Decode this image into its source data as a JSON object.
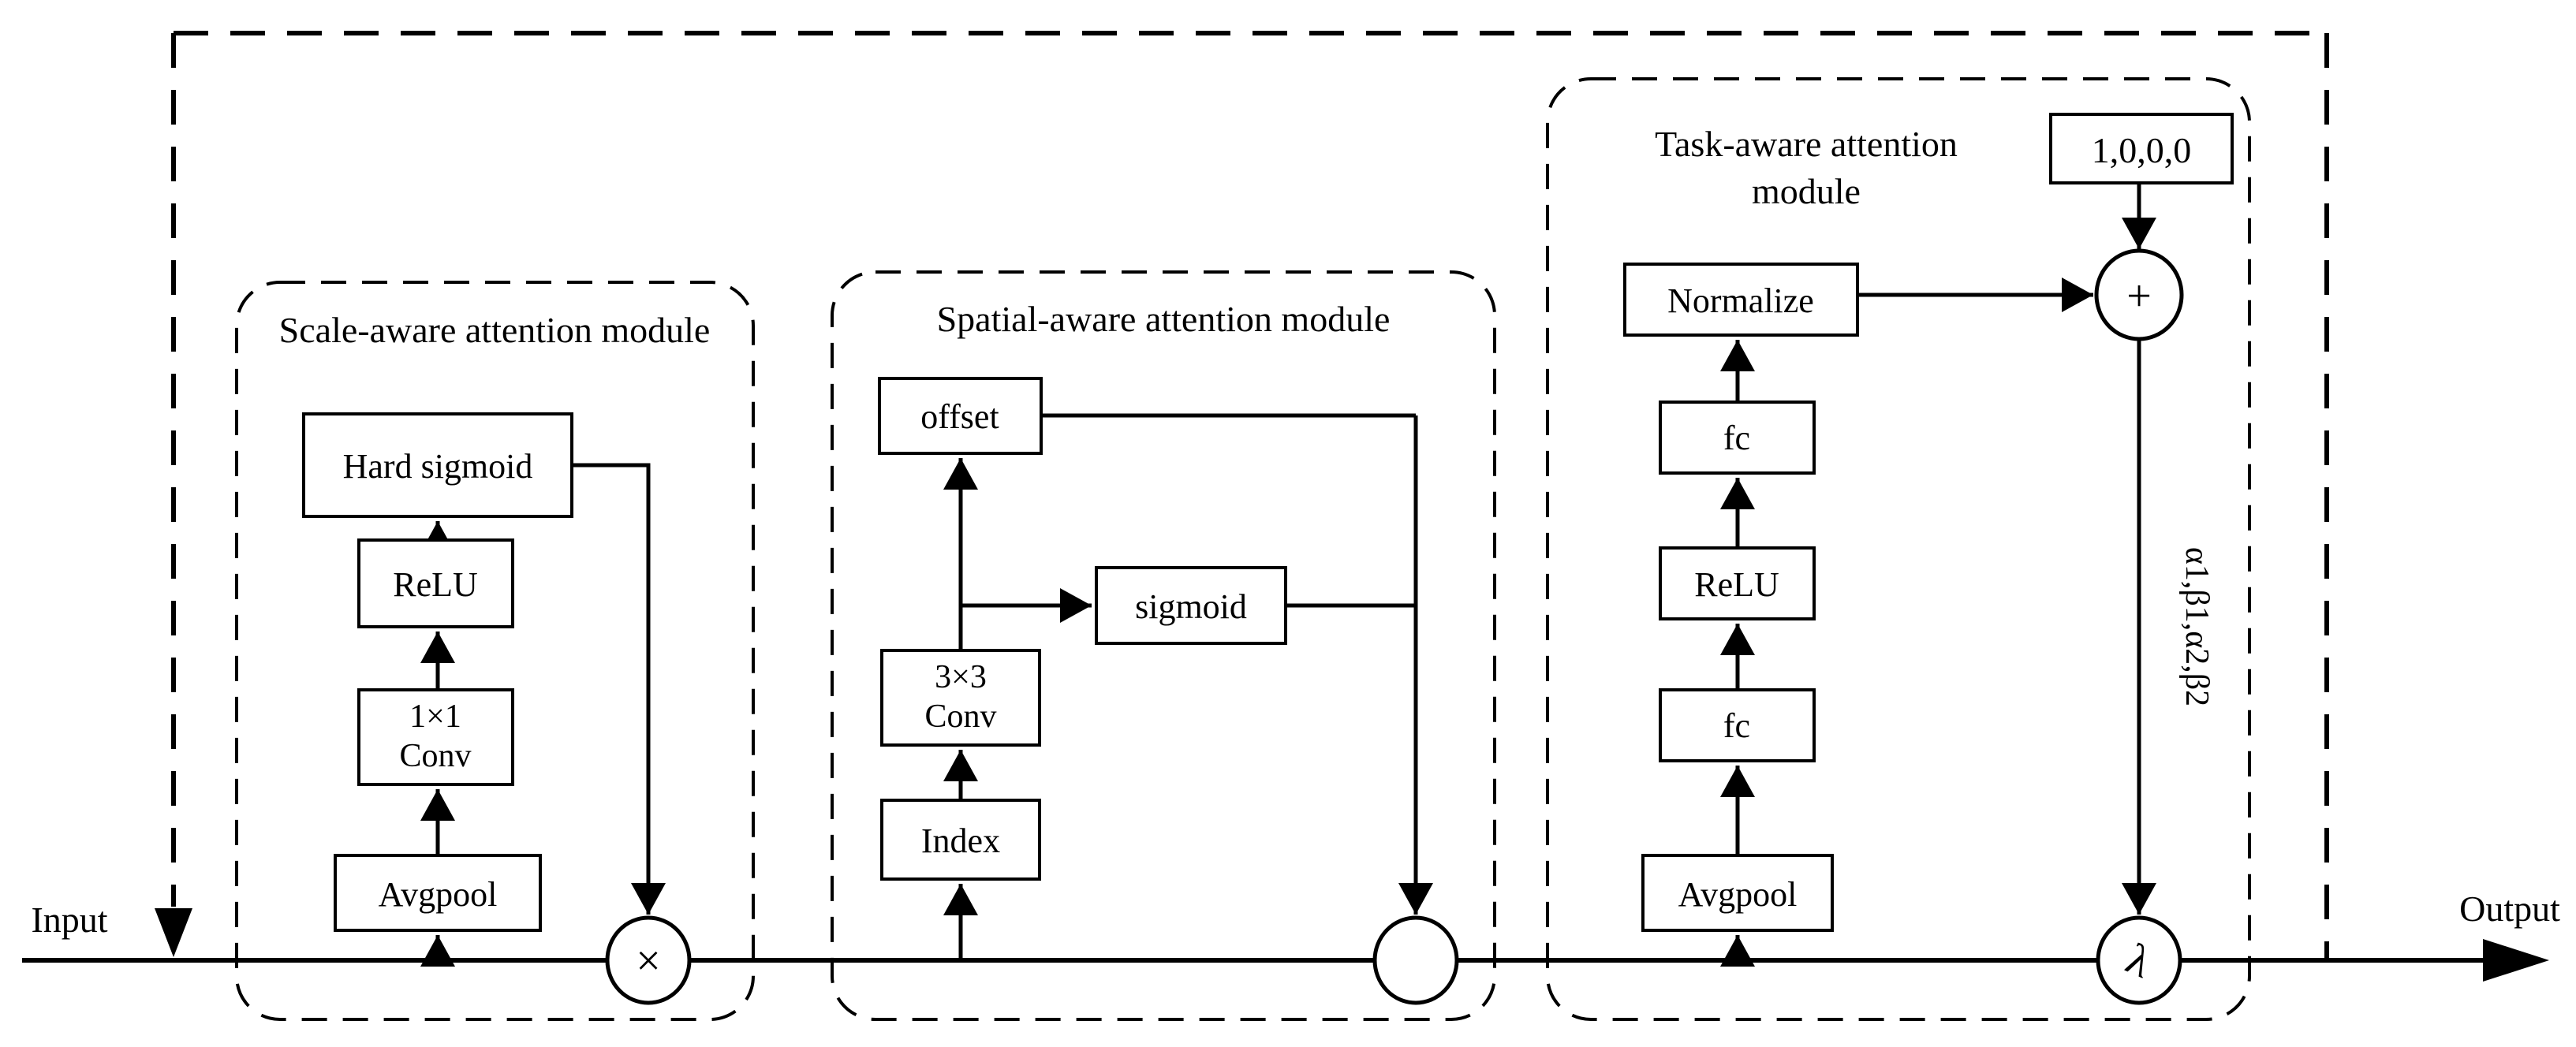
{
  "figure": {
    "input_label": "Input",
    "output_label": "Output",
    "constant_vector": "1,0,0,0",
    "annotation": "α1,β1,α2,β2",
    "colors": {
      "conv_fill": "#AFCDE7",
      "pool_fill": "#FBEFD0",
      "line": "#000000",
      "background": "#FFFFFF"
    },
    "operators": {
      "multiply": "×",
      "plus": "+",
      "lambda": "λ"
    },
    "modules": [
      {
        "title": "Scale-aware attention module",
        "nodes": {
          "hard_sigmoid": "Hard sigmoid",
          "relu": "ReLU",
          "conv_top": "1×1",
          "conv_bottom": "Conv",
          "avgpool": "Avgpool"
        }
      },
      {
        "title": "Spatial-aware attention module",
        "nodes": {
          "offset": "offset",
          "sigmoid": "sigmoid",
          "conv_top": "3×3",
          "conv_bottom": "Conv",
          "index": "Index"
        }
      },
      {
        "title_line1": "Task-aware attention",
        "title_line2": "module",
        "nodes": {
          "normalize": "Normalize",
          "fc_top": "fc",
          "relu": "ReLU",
          "fc_bottom": "fc",
          "avgpool": "Avgpool"
        }
      }
    ]
  }
}
